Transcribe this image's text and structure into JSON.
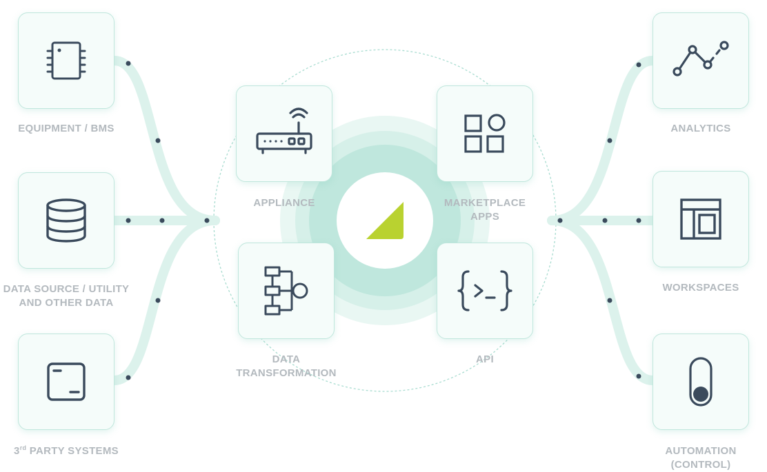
{
  "colors": {
    "icon_stroke": "#3a4a5c",
    "label": "#b3b9be",
    "card_border": "#bfe6dc",
    "card_bg": "#f5fcfa",
    "connector": "#dff3ee",
    "ring_outer": "#e6f6f2",
    "ring_inner": "#c9ece3",
    "logo": "#b9d230",
    "dot": "#3a4a5c"
  },
  "inputs": [
    {
      "label": "EQUIPMENT / BMS",
      "icon": "chip-icon"
    },
    {
      "label_line1": "DATA SOURCE / UTILITY",
      "label_line2": "AND OTHER DATA",
      "icon": "database-icon"
    },
    {
      "label_prefix": "3",
      "label_sup": "rd",
      "label_suffix": " PARTY SYSTEMS",
      "icon": "window-icon"
    }
  ],
  "core": [
    {
      "label": "APPLIANCE",
      "icon": "router-icon"
    },
    {
      "label_line1": "MARKETPLACE",
      "label_line2": "APPS",
      "icon": "apps-grid-icon"
    },
    {
      "label_line1": "DATA",
      "label_line2": "TRANSFORMATION",
      "icon": "flowchart-icon"
    },
    {
      "label": "API",
      "icon": "code-braces-icon"
    }
  ],
  "outputs": [
    {
      "label": "ANALYTICS",
      "icon": "line-graph-icon"
    },
    {
      "label": "WORKSPACES",
      "icon": "layout-icon"
    },
    {
      "label_line1": "AUTOMATION",
      "label_line2": "(CONTROL)",
      "icon": "toggle-switch-icon"
    }
  ],
  "hub": {
    "icon": "logo-triangle-icon"
  }
}
